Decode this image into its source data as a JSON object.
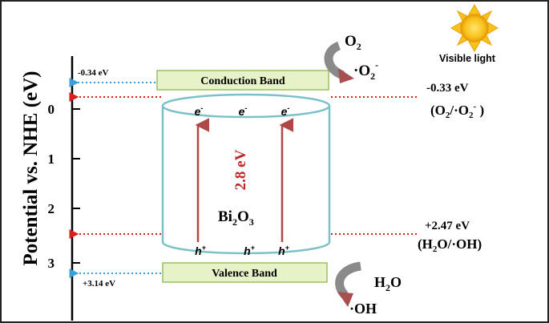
{
  "axis": {
    "label": "Potential vs. NHE (eV)",
    "ticks": [
      "0",
      "1",
      "2",
      "3"
    ]
  },
  "bands": {
    "conduction": {
      "label": "Conduction Band",
      "edge": "-0.34 eV"
    },
    "valence": {
      "label": "Valence Band",
      "edge": "+3.14 eV"
    }
  },
  "semiconductor": {
    "base": "Bi",
    "sub1": "2",
    "mid": "O",
    "sub2": "3"
  },
  "gap": "2.8 eV",
  "carriers": {
    "electron": "e",
    "electron_sup": "-",
    "hole": "h",
    "hole_sup": "+"
  },
  "light": {
    "label": "Visible light"
  },
  "reduction": {
    "potential": "-0.33 eV",
    "couple_open": "(O",
    "couple_sub": "2",
    "couple_mid": "/·O",
    "couple_sub2": "2",
    "couple_sup": "-",
    "couple_close": " )",
    "reactant": "O",
    "reactant_sub": "2",
    "product": "·O",
    "product_sub": "2",
    "product_sup": "-"
  },
  "oxidation": {
    "potential": "+2.47 eV",
    "couple_open": "(H",
    "couple_sub": "2",
    "couple_close": "O/·OH)",
    "reactant": "H",
    "reactant_sub": "2",
    "reactant_end": "O",
    "product": "·OH"
  },
  "colors": {
    "band_fill": "#e8f2c8",
    "band_stroke": "#9ac064",
    "cylinder": "#7cc0c8",
    "gap_red": "#c0272d",
    "arrow_red": "#b04848",
    "blue_dot": "#3aa0dc",
    "red_dot": "#d81e1e",
    "sun": "#f7c21a"
  }
}
